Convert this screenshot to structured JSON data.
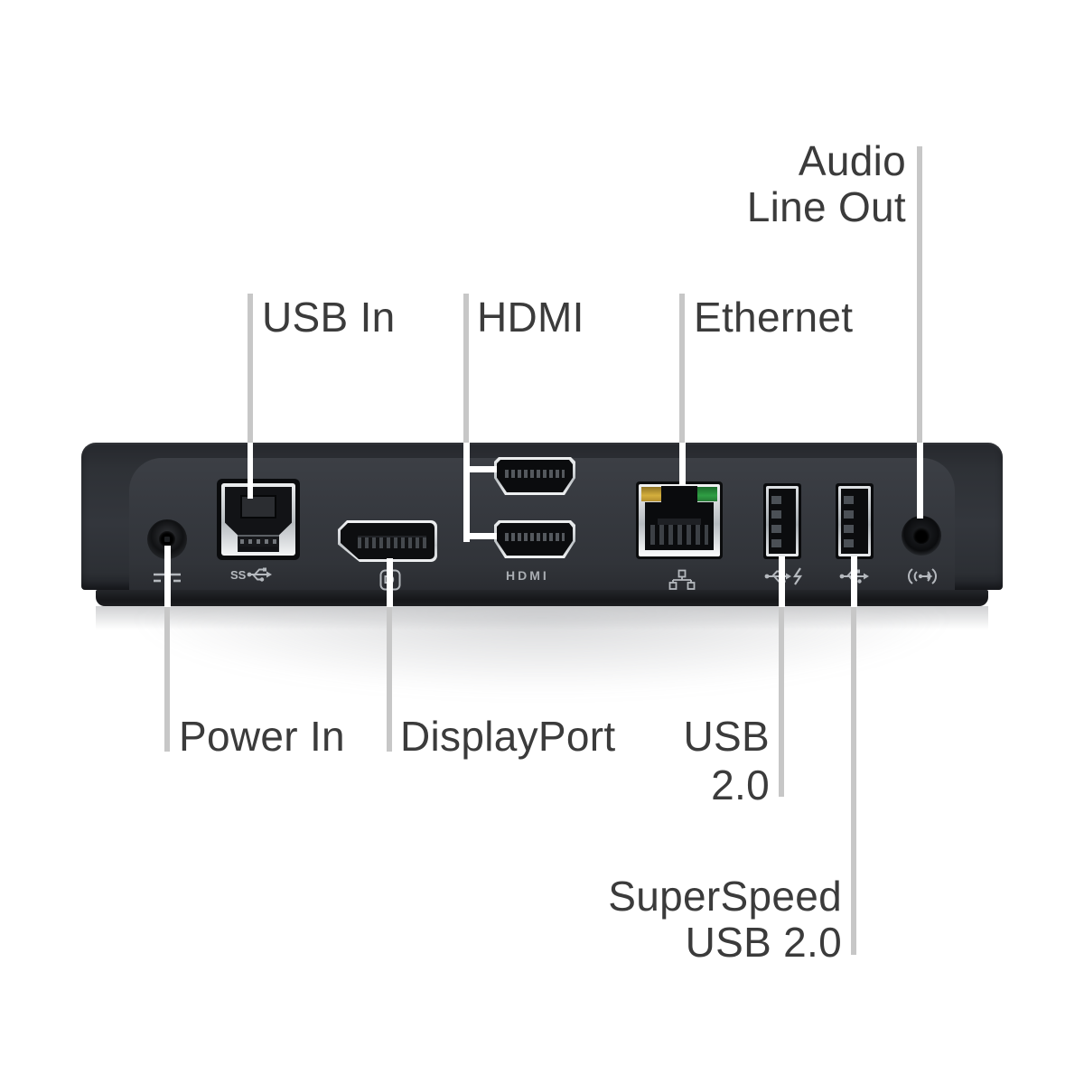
{
  "figure": "rear view of docking station with labeled ports",
  "labels": {
    "audio": {
      "line1": "Audio",
      "line2": "Line Out"
    },
    "usb_in": "USB In",
    "hdmi": "HDMI",
    "ethernet": "Ethernet",
    "power_in": "Power In",
    "displayport": "DisplayPort",
    "usb20": {
      "line1": "USB",
      "line2": "2.0"
    },
    "superspeed": {
      "line1": "SuperSpeed",
      "line2": "USB 2.0"
    }
  },
  "device": {
    "markings": {
      "ss_usb": "SS",
      "hdmi": "HDMI"
    },
    "ports": [
      {
        "name": "power-jack",
        "marking_icon": "dc-power-icon"
      },
      {
        "name": "usb-b-in",
        "marking_icon": "superspeed-usb-icon"
      },
      {
        "name": "displayport",
        "marking_icon": "displayport-icon"
      },
      {
        "name": "hdmi-top",
        "marking_icon": "hdmi-text"
      },
      {
        "name": "hdmi-bottom",
        "marking_icon": "hdmi-text"
      },
      {
        "name": "ethernet-rj45",
        "marking_icon": "network-icon"
      },
      {
        "name": "usb-a-powered",
        "marking_icon": "usb-lightning-icon"
      },
      {
        "name": "usb-a",
        "marking_icon": "usb-icon"
      },
      {
        "name": "audio-jack",
        "marking_icon": "line-out-icon"
      }
    ]
  },
  "colors": {
    "background": "#ffffff",
    "device_body": "#2e3136",
    "device_face": "#36393f",
    "device_base": "#191a1d",
    "port_metal": "#c9cdd1",
    "led_yellow": "#d4af3d",
    "led_green": "#2f9e44",
    "callout_line_gray": "#c7c7c7",
    "callout_line_white": "#ffffff",
    "label_text": "#3b3b3b",
    "marking_gray": "#b5b9be"
  }
}
